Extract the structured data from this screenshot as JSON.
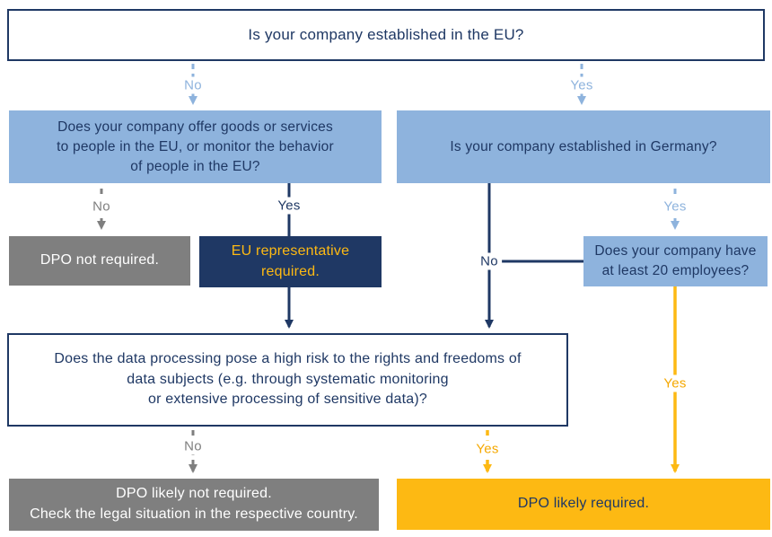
{
  "colors": {
    "navy": "#1F3864",
    "light_blue": "#8EB3DD",
    "gray": "#7F7F7F",
    "yellow": "#FDB913",
    "white": "#FFFFFF"
  },
  "nodes": {
    "eu_question": "Is your company established in the EU?",
    "goods_question": {
      "line1": "Does your company offer goods or services",
      "line2": "to people in the EU, or monitor the behavior",
      "line3": "of people in the EU?"
    },
    "germany_question": "Is your company established in Germany?",
    "dpo_not_required": "DPO not required.",
    "eu_rep_required": {
      "line1": "EU representative",
      "line2": "required."
    },
    "employees_question": {
      "line1": "Does your company have",
      "line2": "at least 20 employees?"
    },
    "high_risk_question": {
      "line1": "Does the data processing pose a high risk to the rights and freedoms of",
      "line2": "data subjects (e.g. through systematic monitoring",
      "line3": "or extensive processing of sensitive data)?"
    },
    "dpo_likely_not_required": {
      "line1": "DPO likely not required.",
      "line2": "Check the legal situation in the respective country."
    },
    "dpo_likely_required": "DPO likely required."
  },
  "edge_labels": {
    "eu_no": "No",
    "eu_yes": "Yes",
    "goods_no": "No",
    "goods_yes": "Yes",
    "germany_no": "No",
    "germany_yes": "Yes",
    "employees_yes": "Yes",
    "risk_no": "No",
    "risk_yes": "Yes"
  }
}
